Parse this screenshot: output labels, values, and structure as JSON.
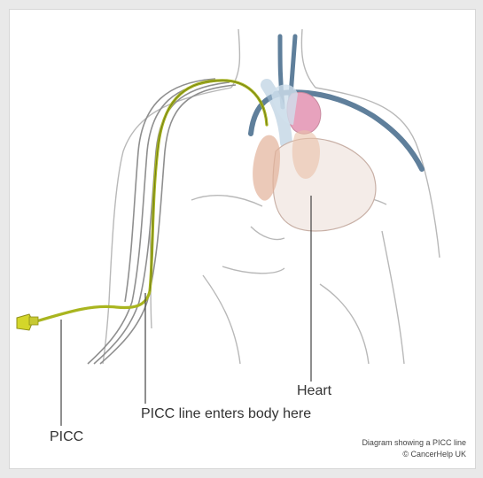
{
  "labels": {
    "heart": "Heart",
    "entry_point": "PICC line enters body here",
    "picc": "PICC"
  },
  "caption": {
    "line1": "Diagram showing a PICC line",
    "line2": "© CancerHelp UK"
  },
  "colors": {
    "background": "#e9e9e9",
    "panel": "#ffffff",
    "body_outline": "#b8b8b8",
    "picc_line": "#a9b51f",
    "picc_connector": "#d4d62a",
    "vein": "#5f7f9b",
    "vein_light": "#a8c3d8",
    "heart_pink": "#e7a2bd",
    "heart_tan": "#e2b29a"
  }
}
